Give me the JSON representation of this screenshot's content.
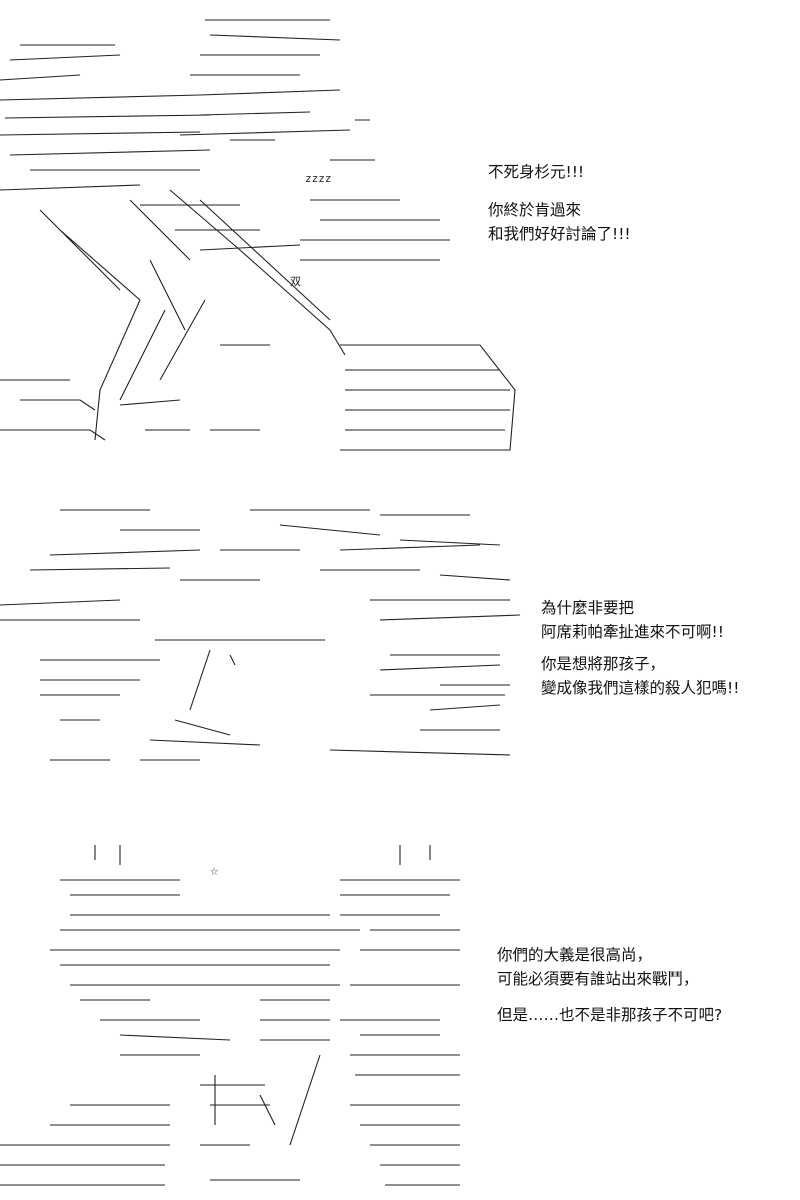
{
  "panels": [
    {
      "dialogue": {
        "line1": "不死身杉元!!!",
        "line2": "你終於肯過來",
        "line3": "和我們好好討論了!!!"
      },
      "art_text": {
        "sfx": "zzzz",
        "kanji": "双"
      }
    },
    {
      "dialogue": {
        "line1": "為什麼非要把",
        "line2": "阿席莉帕牽扯進來不可啊!!",
        "line3": "你是想將那孩子，",
        "line4": "變成像我們這樣的殺人犯嗎!!"
      }
    },
    {
      "dialogue": {
        "line1": "你們的大義是很高尚，",
        "line2": "可能必須要有誰站出來戰鬥，",
        "line3": "但是……也不是非那孩子不可吧?"
      },
      "art_text": {
        "star": "☆"
      }
    }
  ]
}
